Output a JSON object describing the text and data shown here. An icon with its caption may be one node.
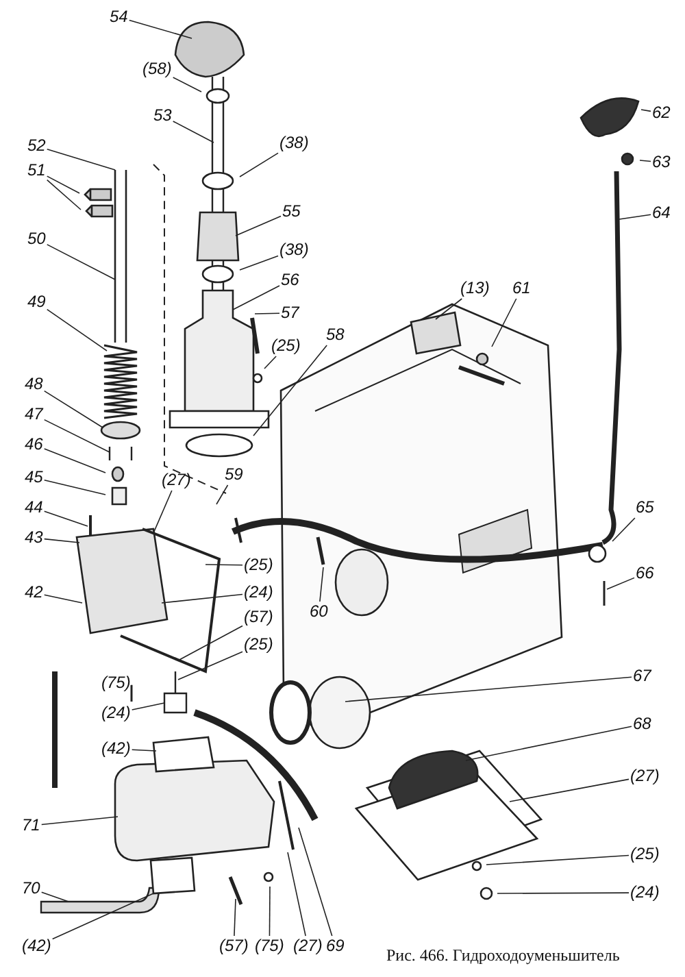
{
  "diagram": {
    "caption": "Рис. 466. Гидроходоуменьшитель",
    "nodes": [
      {
        "text": [
          "54"
        ]
      },
      {
        "text": [
          "(58)"
        ]
      },
      {
        "text": [
          "53"
        ]
      },
      {
        "text": [
          "(38)"
        ]
      },
      {
        "text": [
          "55"
        ]
      },
      {
        "text": [
          "(38)"
        ]
      },
      {
        "text": [
          "56"
        ]
      },
      {
        "text": [
          "57"
        ]
      },
      {
        "text": [
          "(25)"
        ]
      },
      {
        "text": [
          "58"
        ]
      },
      {
        "text": [
          "52"
        ]
      },
      {
        "text": [
          "51"
        ]
      },
      {
        "text": [
          "50"
        ]
      },
      {
        "text": [
          "49"
        ]
      },
      {
        "text": [
          "48"
        ]
      },
      {
        "text": [
          "47"
        ]
      },
      {
        "text": [
          "46"
        ]
      },
      {
        "text": [
          "45"
        ]
      },
      {
        "text": [
          "44"
        ]
      },
      {
        "text": [
          "43"
        ]
      },
      {
        "text": [
          "42"
        ]
      },
      {
        "text": [
          "(27)"
        ]
      },
      {
        "text": [
          "59"
        ]
      },
      {
        "text": [
          "(25)"
        ]
      },
      {
        "text": [
          "(24)"
        ]
      },
      {
        "text": [
          "60"
        ]
      },
      {
        "text": [
          "(57)"
        ]
      },
      {
        "text": [
          "(25)"
        ]
      },
      {
        "text": [
          "(13)"
        ]
      },
      {
        "text": [
          "61"
        ]
      },
      {
        "text": [
          "62"
        ]
      },
      {
        "text": [
          "63"
        ]
      },
      {
        "text": [
          "64"
        ]
      },
      {
        "text": [
          "65"
        ]
      },
      {
        "text": [
          "66"
        ]
      },
      {
        "text": [
          "67"
        ]
      },
      {
        "text": [
          "68"
        ]
      },
      {
        "text": [
          "(27)"
        ]
      },
      {
        "text": [
          "(25)"
        ]
      },
      {
        "text": [
          "(24)"
        ]
      },
      {
        "text": [
          "(75)"
        ]
      },
      {
        "text": [
          "(24)"
        ]
      },
      {
        "text": [
          "(42)"
        ]
      },
      {
        "text": [
          "71"
        ]
      },
      {
        "text": [
          "70"
        ]
      },
      {
        "text": [
          "(42)"
        ]
      },
      {
        "text": [
          "(57)"
        ]
      },
      {
        "text": [
          "(75)"
        ]
      },
      {
        "text": [
          "(27)"
        ]
      },
      {
        "text": [
          "69"
        ]
      }
    ],
    "edges": [
      {
        "from": 0,
        "to": null,
        "arrow": "none"
      },
      {
        "from": 1,
        "to": null,
        "arrow": "none"
      },
      {
        "from": 2,
        "to": null,
        "arrow": "none"
      },
      {
        "from": 3,
        "to": null,
        "arrow": "none"
      },
      {
        "from": 4,
        "to": null,
        "arrow": "none"
      },
      {
        "from": 5,
        "to": null,
        "arrow": "none"
      },
      {
        "from": 6,
        "to": null,
        "arrow": "none"
      },
      {
        "from": 7,
        "to": null,
        "arrow": "none"
      },
      {
        "from": 8,
        "to": null,
        "arrow": "none"
      },
      {
        "from": 9,
        "to": null,
        "arrow": "none"
      },
      {
        "from": 10,
        "to": null,
        "arrow": "none"
      },
      {
        "from": 11,
        "to": null,
        "arrow": "none"
      },
      {
        "from": 11,
        "to": null,
        "arrow": "none"
      },
      {
        "from": 12,
        "to": null,
        "arrow": "none"
      },
      {
        "from": 13,
        "to": null,
        "arrow": "none"
      },
      {
        "from": 14,
        "to": null,
        "arrow": "none"
      },
      {
        "from": 15,
        "to": null,
        "arrow": "none"
      },
      {
        "from": 16,
        "to": null,
        "arrow": "none"
      },
      {
        "from": 17,
        "to": null,
        "arrow": "none"
      },
      {
        "from": 18,
        "to": null,
        "arrow": "none"
      },
      {
        "from": 19,
        "to": null,
        "arrow": "none"
      },
      {
        "from": 20,
        "to": null,
        "arrow": "none"
      },
      {
        "from": 21,
        "to": null,
        "arrow": "none"
      },
      {
        "from": 22,
        "to": null,
        "arrow": "none"
      },
      {
        "from": 23,
        "to": null,
        "arrow": "none"
      },
      {
        "from": 24,
        "to": null,
        "arrow": "none"
      },
      {
        "from": 25,
        "to": null,
        "arrow": "none"
      },
      {
        "from": 26,
        "to": null,
        "arrow": "none"
      },
      {
        "from": 27,
        "to": null,
        "arrow": "none"
      },
      {
        "from": 28,
        "to": null,
        "arrow": "none"
      },
      {
        "from": 29,
        "to": null,
        "arrow": "none"
      },
      {
        "from": 30,
        "to": null,
        "arrow": "none"
      },
      {
        "from": 31,
        "to": null,
        "arrow": "none"
      },
      {
        "from": 32,
        "to": null,
        "arrow": "none"
      },
      {
        "from": 33,
        "to": null,
        "arrow": "none"
      },
      {
        "from": 34,
        "to": null,
        "arrow": "none"
      },
      {
        "from": 35,
        "to": null,
        "arrow": "none"
      },
      {
        "from": 36,
        "to": null,
        "arrow": "none"
      },
      {
        "from": 37,
        "to": null,
        "arrow": "none"
      },
      {
        "from": 38,
        "to": null,
        "arrow": "none"
      },
      {
        "from": 39,
        "to": null,
        "arrow": "none"
      },
      {
        "from": 40,
        "to": null,
        "arrow": "none"
      },
      {
        "from": 41,
        "to": null,
        "arrow": "none"
      },
      {
        "from": 42,
        "to": null,
        "arrow": "none"
      },
      {
        "from": 43,
        "to": null,
        "arrow": "none"
      },
      {
        "from": 44,
        "to": null,
        "arrow": "none"
      },
      {
        "from": 45,
        "to": null,
        "arrow": "none"
      },
      {
        "from": 46,
        "to": null,
        "arrow": "none"
      },
      {
        "from": 47,
        "to": null,
        "arrow": "none"
      },
      {
        "from": 48,
        "to": null,
        "arrow": "none"
      },
      {
        "from": 49,
        "to": null,
        "arrow": "none"
      }
    ]
  }
}
